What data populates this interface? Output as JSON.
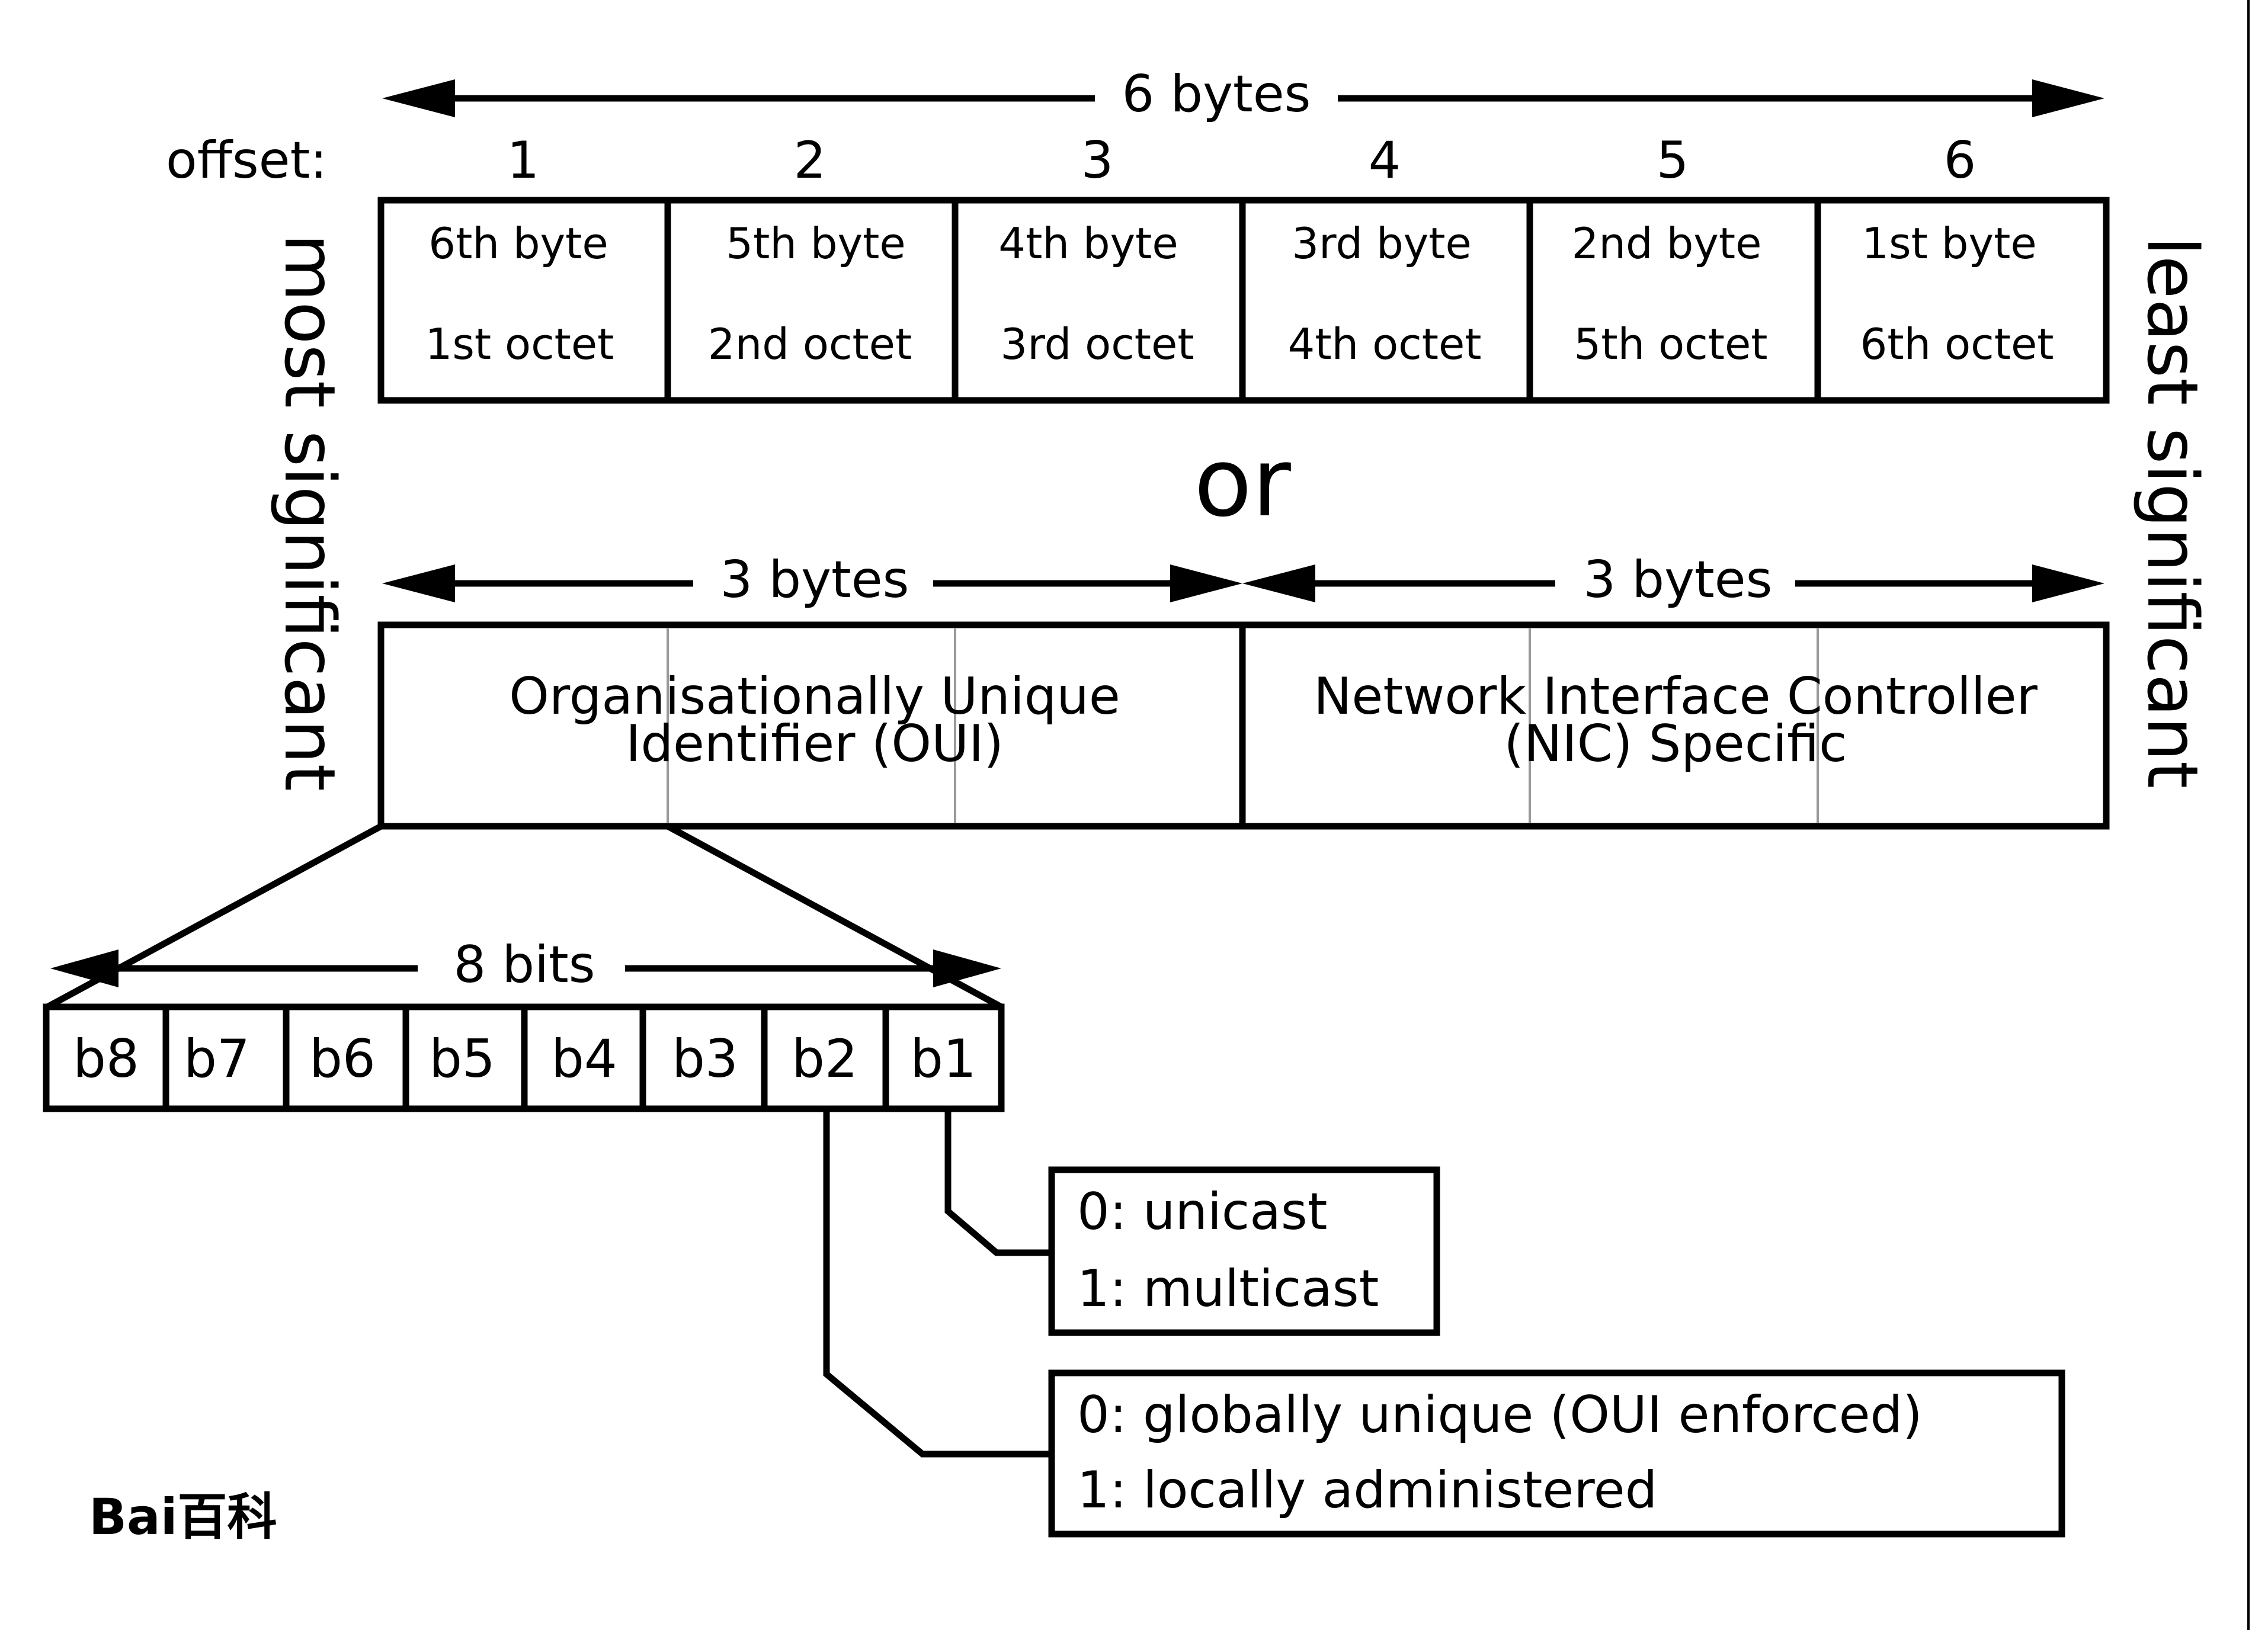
{
  "header": {
    "span_label": "6 bytes",
    "offset_label": "offset:",
    "offsets": [
      "1",
      "2",
      "3",
      "4",
      "5",
      "6"
    ]
  },
  "bytes": [
    {
      "byte": "6th byte",
      "octet": "1st octet"
    },
    {
      "byte": "5th byte",
      "octet": "2nd octet"
    },
    {
      "byte": "4th byte",
      "octet": "3rd octet"
    },
    {
      "byte": "3rd byte",
      "octet": "4th octet"
    },
    {
      "byte": "2nd byte",
      "octet": "5th octet"
    },
    {
      "byte": "1st byte",
      "octet": "6th octet"
    }
  ],
  "side_labels": {
    "left": "most significant",
    "right": "least significant"
  },
  "separator": "or",
  "fields": {
    "oui": {
      "span_label": "3 bytes",
      "line1": "Organisationally Unique",
      "line2": "Identifier (OUI)"
    },
    "nic": {
      "span_label": "3 bytes",
      "line1": "Network Interface Controller",
      "line2": "(NIC) Specific"
    }
  },
  "bits": {
    "span_label": "8 bits",
    "labels": [
      "b8",
      "b7",
      "b6",
      "b5",
      "b4",
      "b3",
      "b2",
      "b1"
    ]
  },
  "b1_box": {
    "line1": "0: unicast",
    "line2": "1: multicast"
  },
  "b2_box": {
    "line1": "0: globally unique (OUI enforced)",
    "line2": "1: locally administered"
  },
  "watermark": "Bai百科"
}
